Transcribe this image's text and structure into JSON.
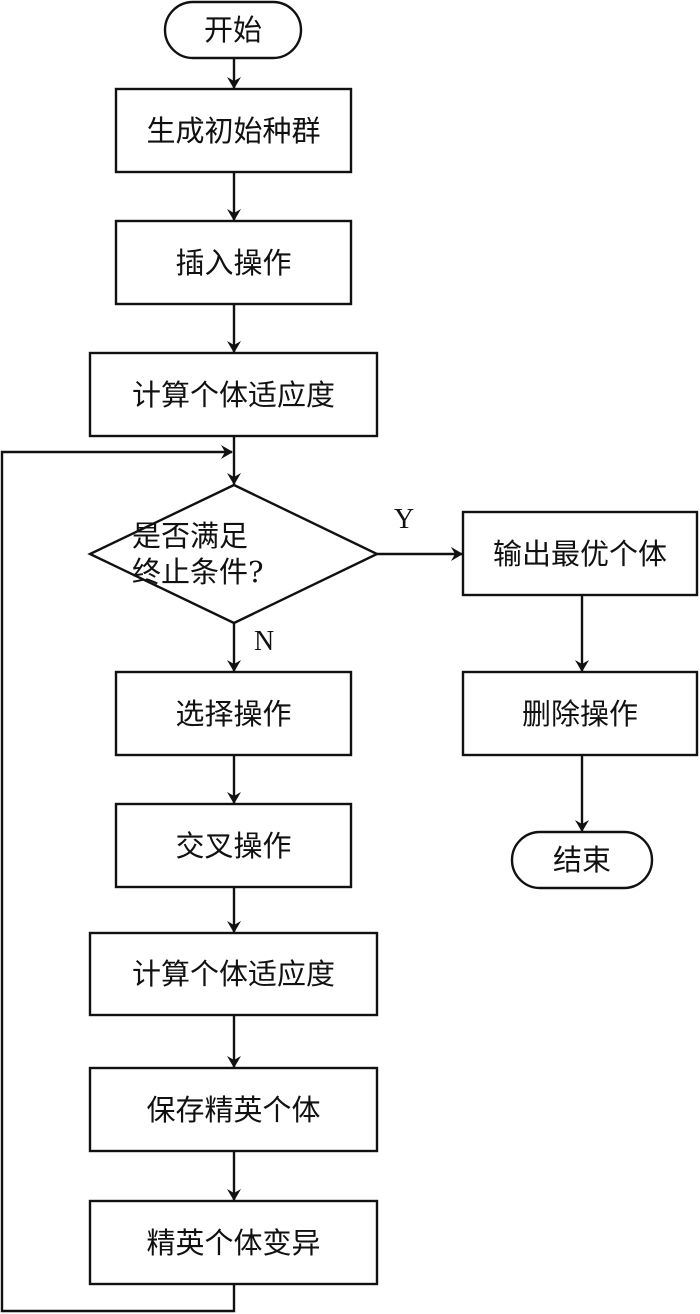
{
  "diagram": {
    "type": "flowchart",
    "nodes": {
      "start": "开始",
      "init_population": "生成初始种群",
      "insert_op": "插入操作",
      "fitness_1": "计算个体适应度",
      "decision": "是否满足\n终止条件?",
      "output_best": "输出最优个体",
      "delete_op": "删除操作",
      "end": "结束",
      "select_op": "选择操作",
      "crossover_op": "交叉操作",
      "fitness_2": "计算个体适应度",
      "save_elite": "保存精英个体",
      "elite_mutation": "精英个体变异"
    },
    "edge_labels": {
      "yes": "Y",
      "no": "N"
    },
    "edges": [
      [
        "start",
        "init_population"
      ],
      [
        "init_population",
        "insert_op"
      ],
      [
        "insert_op",
        "fitness_1"
      ],
      [
        "fitness_1",
        "decision"
      ],
      [
        "decision",
        "output_best",
        "Y"
      ],
      [
        "output_best",
        "delete_op"
      ],
      [
        "delete_op",
        "end"
      ],
      [
        "decision",
        "select_op",
        "N"
      ],
      [
        "select_op",
        "crossover_op"
      ],
      [
        "crossover_op",
        "fitness_2"
      ],
      [
        "fitness_2",
        "save_elite"
      ],
      [
        "save_elite",
        "elite_mutation"
      ],
      [
        "elite_mutation",
        "decision"
      ]
    ]
  }
}
